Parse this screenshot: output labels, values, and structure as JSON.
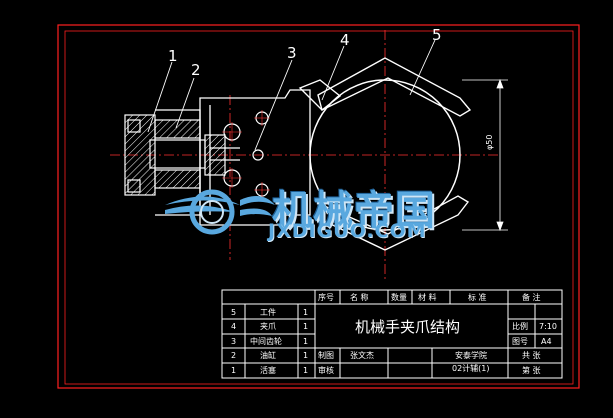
{
  "drawing": {
    "callouts": [
      "1",
      "2",
      "3",
      "4",
      "5"
    ],
    "dimension_label": "φ50"
  },
  "watermark": {
    "chinese": "机械帝国",
    "english": "JXDIGUO.COM"
  },
  "title_block": {
    "parts": [
      {
        "no": "5",
        "name": "工件",
        "qty": "1"
      },
      {
        "no": "4",
        "name": "夹爪",
        "qty": "1"
      },
      {
        "no": "3",
        "name": "中间齿轮",
        "qty": "1"
      },
      {
        "no": "2",
        "name": "油缸",
        "qty": "1"
      },
      {
        "no": "1",
        "name": "活塞",
        "qty": "1"
      }
    ],
    "headers": {
      "seq": "序号",
      "name": "名 称",
      "qty": "数量",
      "material": "材 料",
      "standard": "标 准",
      "remarks": "备 注"
    },
    "title": "机械手夹爪结构",
    "scale_label": "比例",
    "scale_value": "7:10",
    "drawing_no_label": "图号",
    "drawing_no_value": "A4",
    "drawn_label": "制图",
    "drawn_by": "张文杰",
    "reviewed_label": "审核",
    "school": "安泰学院",
    "class": "02计辅(1)",
    "total_label": "共 张",
    "sheet_label": "第 张"
  },
  "colors": {
    "border": "#ff2020",
    "lines": "#ffffff",
    "center": "#ff3030",
    "hatch": "#ffffff",
    "watermark": "#59a8df"
  }
}
